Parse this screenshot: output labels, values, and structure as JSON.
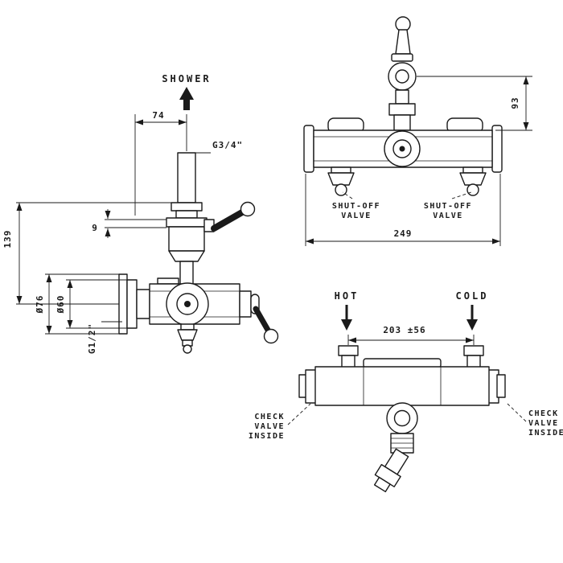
{
  "colors": {
    "line": "#1a1a1a",
    "background": "#ffffff"
  },
  "side_view": {
    "shower_label": "SHOWER",
    "dim_pipe_offset": "74",
    "thread_top": "G3/4\"",
    "dim_small": "9",
    "dim_height": "139",
    "dia_outer": "Ø76",
    "dia_inner": "Ø60",
    "thread_bottom": "G1/2\""
  },
  "front_view": {
    "dim_handle_height": "93",
    "dim_overall_width": "249",
    "shutoff_left_line1": "SHUT-OFF",
    "shutoff_left_line2": "VALVE",
    "shutoff_right_line1": "SHUT-OFF",
    "shutoff_right_line2": "VALVE"
  },
  "bottom_view": {
    "hot_label": "HOT",
    "cold_label": "COLD",
    "dim_inlet_spacing": "203 ±56",
    "check_left_line1": "CHECK",
    "check_left_line2": "VALVE",
    "check_left_line3": "INSIDE",
    "check_right_line1": "CHECK",
    "check_right_line2": "VALVE",
    "check_right_line3": "INSIDE"
  }
}
